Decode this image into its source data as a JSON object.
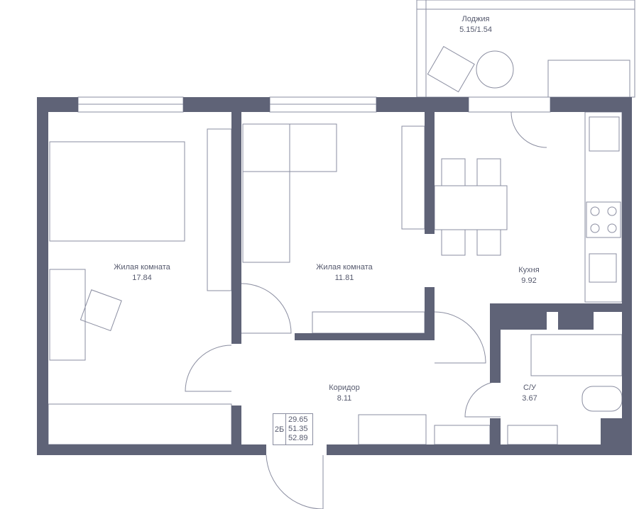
{
  "colors": {
    "wall": "#5f6377",
    "line": "#8a8da0",
    "text": "#55596d"
  },
  "rooms": [
    {
      "name": "Лоджия",
      "area": "5.15/1.54"
    },
    {
      "name": "Жилая комната",
      "area": "17.84"
    },
    {
      "name": "Жилая комната",
      "area": "11.81"
    },
    {
      "name": "Кухня",
      "area": "9.92"
    },
    {
      "name": "Коридор",
      "area": "8.11"
    },
    {
      "name": "С/У",
      "area": "3.67"
    }
  ],
  "summary": {
    "type": "2Б",
    "living_area": "29.65",
    "total_area": "51.35",
    "total_with_loggia": "52.89"
  }
}
